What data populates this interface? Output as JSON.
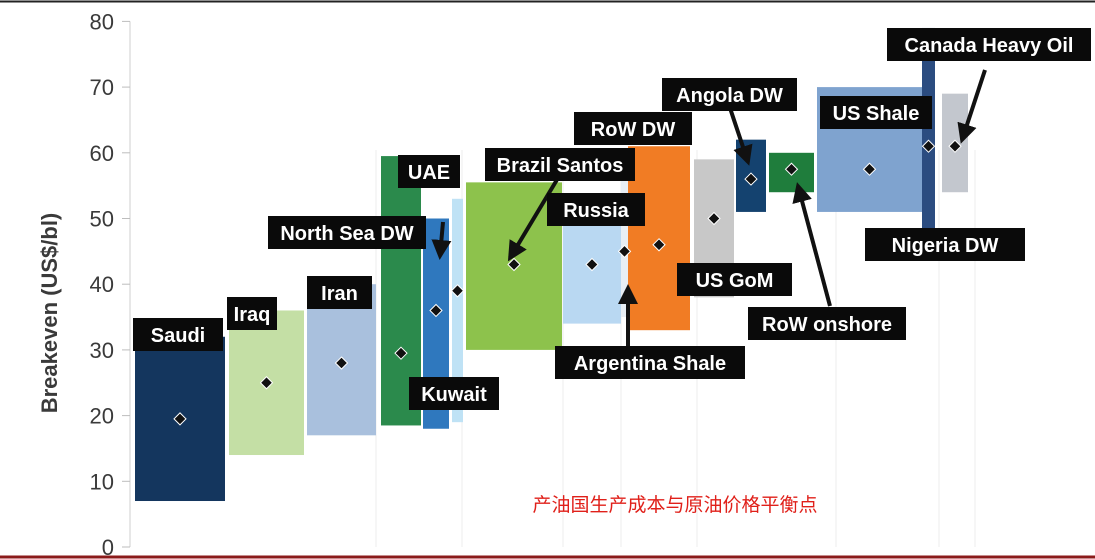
{
  "caption": "产油国生产成本与原油价格平衡点",
  "chart_data": {
    "type": "bar",
    "subtype": "floating-range-with-midpoint-marker",
    "ylabel": "Breakeven (US$/bl)",
    "xlabel": "",
    "ylim": [
      0,
      80
    ],
    "yticks": [
      0,
      10,
      20,
      30,
      40,
      50,
      60,
      70,
      80
    ],
    "grid": false,
    "legend": "none",
    "marker_color": "#111111",
    "series": [
      {
        "name": "Saudi",
        "low": 7,
        "high": 32,
        "mid": 19.5,
        "color": "#14365e"
      },
      {
        "name": "Iraq",
        "low": 14,
        "high": 36,
        "mid": 25,
        "color": "#c4dfa5"
      },
      {
        "name": "Iran",
        "low": 17,
        "high": 40,
        "mid": 28,
        "color": "#a9c0dd"
      },
      {
        "name": "Kuwait",
        "low": 18.5,
        "high": 59.5,
        "mid": 29.5,
        "color": "#2b8a4c"
      },
      {
        "name": "North Sea DW",
        "low": 18,
        "high": 50,
        "mid": 36,
        "color": "#2f78be"
      },
      {
        "name": "UAE",
        "low": 19,
        "high": 53,
        "mid": 39,
        "color": "#bfe2f5"
      },
      {
        "name": "Brazil Santos",
        "low": 30,
        "high": 55.5,
        "mid": 43,
        "color": "#8dc24c"
      },
      {
        "name": "Russia",
        "low": 34,
        "high": 52,
        "mid": 43,
        "color": "#b9d8f2"
      },
      {
        "name": "Argentina Shale",
        "low": 35,
        "high": 56,
        "mid": 45,
        "color": "#e8eef4"
      },
      {
        "name": "RoW DW",
        "low": 33,
        "high": 61,
        "mid": 46,
        "color": "#f17c24"
      },
      {
        "name": "US GoM",
        "low": 38,
        "high": 59,
        "mid": 50,
        "color": "#c8c8c8"
      },
      {
        "name": "Angola DW",
        "low": 51,
        "high": 62,
        "mid": 56,
        "color": "#14426f"
      },
      {
        "name": "RoW onshore",
        "low": 54,
        "high": 60,
        "mid": 57.5,
        "color": "#1f7d3c"
      },
      {
        "name": "US Shale",
        "low": 51,
        "high": 70,
        "mid": 57.5,
        "color": "#7fa3cf"
      },
      {
        "name": "Nigeria DW",
        "low": 48,
        "high": 79,
        "mid": 61,
        "color": "#2b4c80"
      },
      {
        "name": "Canada Heavy Oil",
        "low": 54,
        "high": 69,
        "mid": 61,
        "color": "#c3c7ce"
      }
    ],
    "annotations": [
      "Saudi",
      "Iraq",
      "Iran",
      "Kuwait",
      "North Sea DW",
      "UAE",
      "Brazil Santos",
      "Russia",
      "Argentina Shale",
      "RoW DW",
      "US GoM",
      "Angola DW",
      "RoW onshore",
      "US Shale",
      "Nigeria DW",
      "Canada Heavy Oil"
    ]
  }
}
